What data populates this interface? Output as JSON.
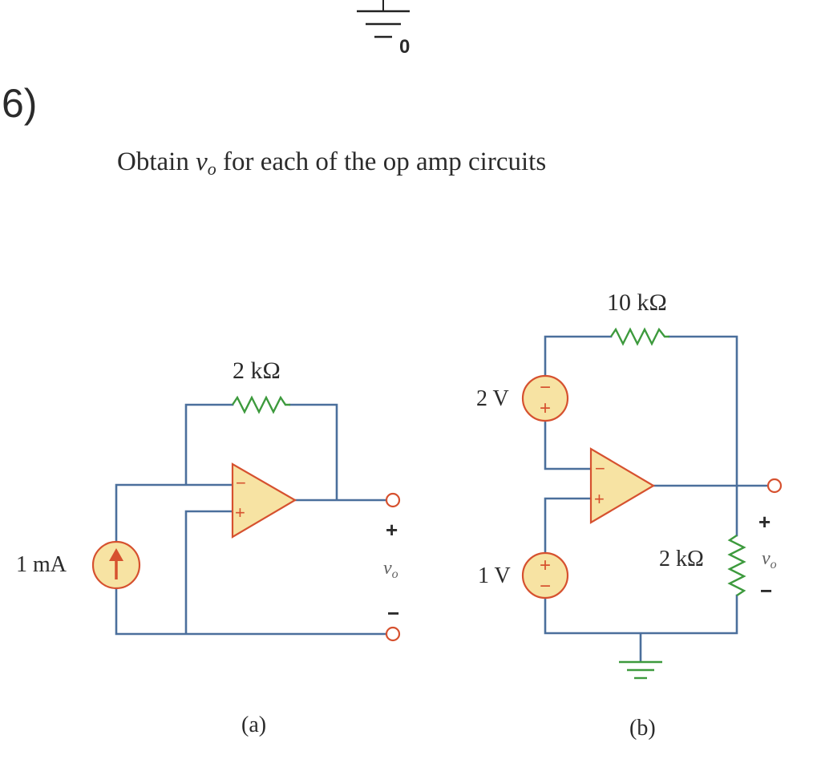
{
  "top_ground": {
    "node_label": "0"
  },
  "problem": {
    "number": "6)",
    "prompt_pre": "Obtain ",
    "prompt_var": "v",
    "prompt_sub": "o",
    "prompt_post": " for each of the op amp circuits"
  },
  "circuit_a": {
    "caption": "(a)",
    "feedback_resistor": "2 kΩ",
    "current_source": "1 mA",
    "op_minus": "−",
    "op_plus": "+",
    "out_plus": "+",
    "out_minus": "−",
    "vo_var": "v",
    "vo_sub": "o"
  },
  "circuit_b": {
    "caption": "(b)",
    "feedback_resistor": "10 kΩ",
    "load_resistor": "2 kΩ",
    "source_top": "2 V",
    "source_bottom": "1 V",
    "op_minus": "−",
    "op_plus": "+",
    "src_plus": "+",
    "src_minus": "−",
    "out_plus": "+",
    "out_minus": "−",
    "vo_var": "v",
    "vo_sub": "o"
  },
  "colors": {
    "wire": "#4b6f9c",
    "resistor": "#3d9a3d",
    "component_outline": "#d6512f",
    "component_fill": "#f7e3a3"
  }
}
